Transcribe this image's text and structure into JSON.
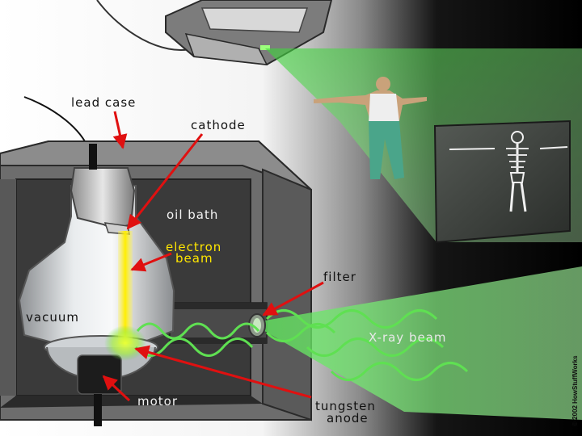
{
  "labels": {
    "lead_case": "lead case",
    "cathode": "cathode",
    "oil_bath": "oil bath",
    "electron_beam_line1": "electron",
    "electron_beam_line2": "beam",
    "filter": "filter",
    "vacuum": "vacuum",
    "xray_beam": "X-ray beam",
    "motor": "motor",
    "tungsten_anode_line1": "tungsten",
    "tungsten_anode_line2": "anode"
  },
  "copyright": "© 2002 HowStuffWorks",
  "colors": {
    "annotation_arrow": "#e01010",
    "xray_green": "#7ee07a",
    "wave_green": "#5fe052",
    "electron_yellow": "#ffee00",
    "case_gray": "#6d6d6d",
    "case_dark": "#3a3a3a"
  }
}
